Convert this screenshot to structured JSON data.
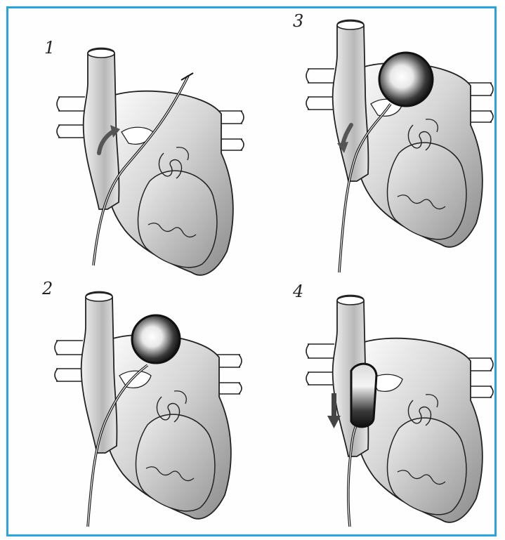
{
  "frame": {
    "border_color": "#2aa4e0"
  },
  "panels": [
    {
      "label": "1",
      "stage": "catheter-advanced-through-septum",
      "balloon": "none",
      "arrow": "curved-up"
    },
    {
      "label": "2",
      "stage": "balloon-inflated-in-left-atrium",
      "balloon": "inflated",
      "arrow": "none"
    },
    {
      "label": "3",
      "stage": "inflated-balloon-withdrawal-start",
      "balloon": "inflated",
      "arrow": "curved-down"
    },
    {
      "label": "4",
      "stage": "balloon-pulled-through-septum",
      "balloon": "elongated",
      "arrow": "straight-down"
    }
  ]
}
